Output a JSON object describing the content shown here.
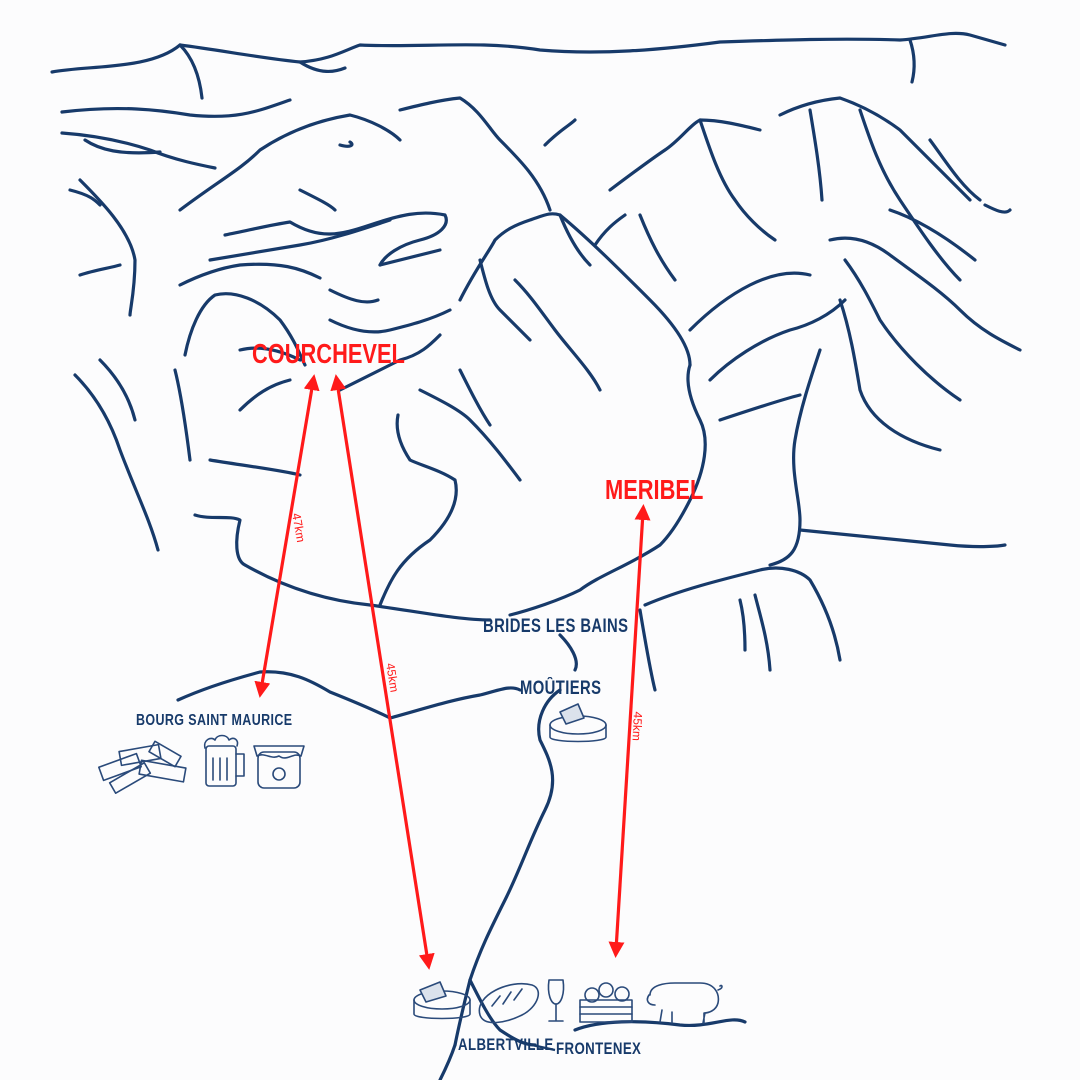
{
  "title": "Courchevel & Meribel local producers map",
  "resorts": [
    {
      "name": "COURCHEVEL"
    },
    {
      "name": "MERIBEL"
    }
  ],
  "towns": [
    {
      "name": "BRIDES LES BAINS"
    },
    {
      "name": "MOÛTIERS"
    },
    {
      "name": "BOURG SAINT MAURICE"
    },
    {
      "name": "ALBERTVILLE"
    },
    {
      "name": "FRONTENEX"
    }
  ],
  "routes": [
    {
      "from": "COURCHEVEL",
      "to": "BOURG SAINT MAURICE",
      "distance": "47km"
    },
    {
      "from": "COURCHEVEL",
      "to": "ALBERTVILLE",
      "distance": "45km"
    },
    {
      "from": "MERIBEL",
      "to": "FRONTENEX",
      "distance": "45km"
    }
  ],
  "icons": {
    "bourg": [
      "pasta-icon",
      "beer-mug-icon",
      "jam-jar-icon"
    ],
    "moutiers": [
      "cheese-wheel-icon"
    ],
    "albertville": [
      "cheese-wheel-icon",
      "bread-icon",
      "wine-glass-icon",
      "vegetable-crate-icon",
      "pig-icon"
    ]
  },
  "colors": {
    "lines": "#173a6a",
    "routes": "#ff1a1a",
    "background": "#fcfcfd"
  }
}
